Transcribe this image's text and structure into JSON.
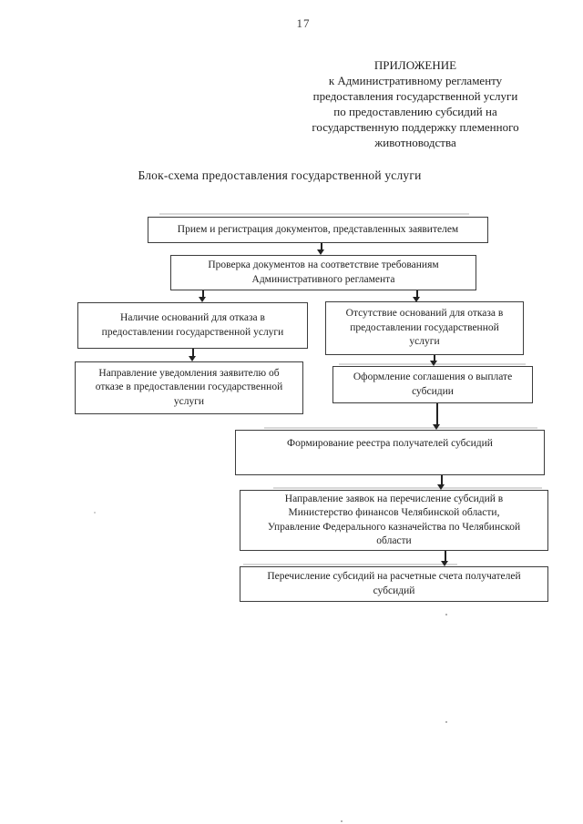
{
  "page": {
    "number": "17",
    "header_lines": [
      "ПРИЛОЖЕНИЕ",
      "к Административному регламенту",
      "предоставления государственной услуги",
      "по предоставлению субсидий на",
      "государственную поддержку племенного",
      "животноводства"
    ],
    "title": "Блок-схема предоставления государственной услуги"
  },
  "colors": {
    "ink": "#1e1e1e",
    "box_border": "#3c3c3c",
    "background": "#ffffff"
  },
  "flowchart": {
    "boxes": [
      {
        "id": "reception",
        "text": "Прием и регистрация документов, представленных заявителем"
      },
      {
        "id": "document-check",
        "text": "Проверка документов на соответствие требованиям\nАдминистративного регламента"
      },
      {
        "id": "refusal-grounds",
        "text": "Наличие оснований для отказа в\nпредоставлении государственной услуги"
      },
      {
        "id": "no-refusal-grounds",
        "text": "Отсутствие оснований для отказа в\nпредоставлении государственной\nуслуги"
      },
      {
        "id": "refusal-notice",
        "text": "Направление уведомления заявителю об\nотказе в предоставлении государственной\nуслуги"
      },
      {
        "id": "agreement",
        "text": "Оформление соглашения о выплате\nсубсидии"
      },
      {
        "id": "registry",
        "text": "Формирование реестра получателей субсидий"
      },
      {
        "id": "payment-requests",
        "text": "Направление заявок на перечисление субсидий в\nМинистерство финансов Челябинской области,\nУправление Федерального казначейства по Челябинской\nобласти"
      },
      {
        "id": "transfer",
        "text": "Перечисление субсидий на расчетные счета получателей\nсубсидий"
      }
    ],
    "edges": [
      {
        "from": "reception",
        "to": "document-check"
      },
      {
        "from": "document-check",
        "to": "refusal-grounds"
      },
      {
        "from": "document-check",
        "to": "no-refusal-grounds"
      },
      {
        "from": "refusal-grounds",
        "to": "refusal-notice"
      },
      {
        "from": "no-refusal-grounds",
        "to": "agreement"
      },
      {
        "from": "agreement",
        "to": "registry"
      },
      {
        "from": "registry",
        "to": "payment-requests"
      },
      {
        "from": "payment-requests",
        "to": "transfer"
      }
    ]
  }
}
